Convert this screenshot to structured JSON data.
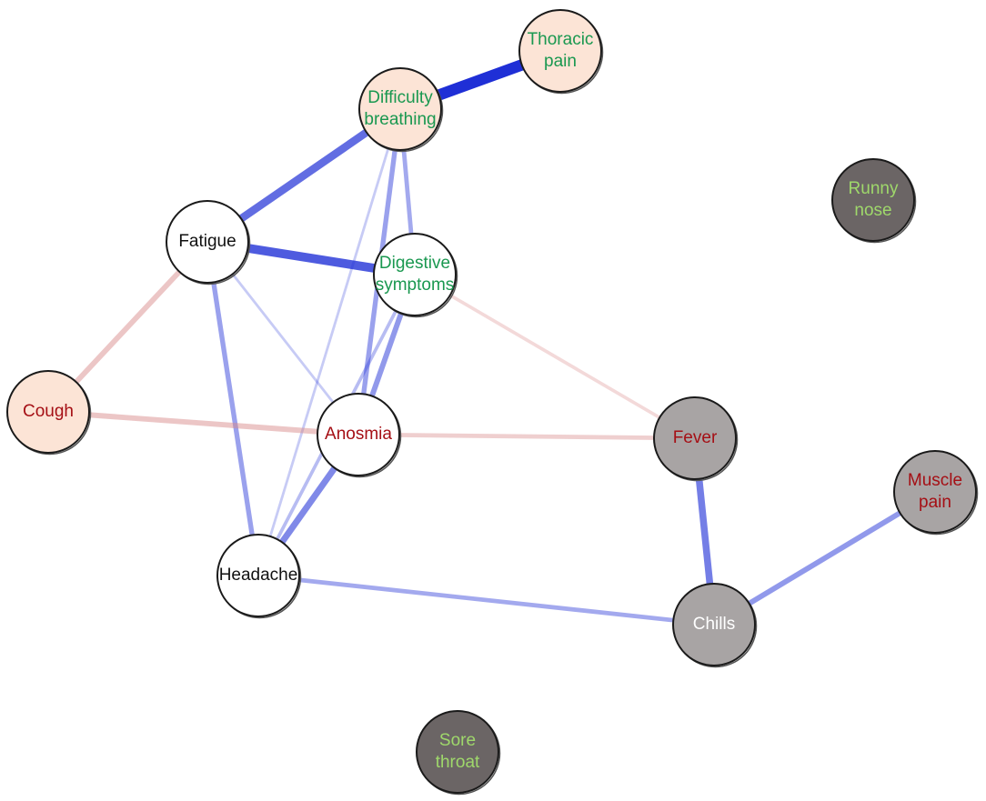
{
  "colors": {
    "positive_edge": "#1f2fd6",
    "negative_edge": "#d98a8a",
    "fill_peach": "#fce4d6",
    "fill_white": "#ffffff",
    "fill_gray": "#a8a4a4",
    "fill_dark": "#6b6565",
    "text_green": "#1a9850",
    "text_red": "#a50f15",
    "text_black": "#111111",
    "text_white": "#ffffff",
    "text_lightgreen": "#9fd86b"
  },
  "nodes": [
    {
      "id": "thoracic",
      "lines": [
        "Thoracic",
        "pain"
      ],
      "fill": "fill_peach",
      "text": "text_green"
    },
    {
      "id": "difficulty",
      "lines": [
        "Difficulty",
        "breathing"
      ],
      "fill": "fill_peach",
      "text": "text_green"
    },
    {
      "id": "runny",
      "lines": [
        "Runny",
        "nose"
      ],
      "fill": "fill_dark",
      "text": "text_lightgreen"
    },
    {
      "id": "fatigue",
      "lines": [
        "Fatigue"
      ],
      "fill": "fill_white",
      "text": "text_black"
    },
    {
      "id": "digestive",
      "lines": [
        "Digestive",
        "symptoms"
      ],
      "fill": "fill_white",
      "text": "text_green"
    },
    {
      "id": "cough",
      "lines": [
        "Cough"
      ],
      "fill": "fill_peach",
      "text": "text_red"
    },
    {
      "id": "anosmia",
      "lines": [
        "Anosmia"
      ],
      "fill": "fill_white",
      "text": "text_red"
    },
    {
      "id": "fever",
      "lines": [
        "Fever"
      ],
      "fill": "fill_gray",
      "text": "text_red"
    },
    {
      "id": "muscle",
      "lines": [
        "Muscle",
        "pain"
      ],
      "fill": "fill_gray",
      "text": "text_red"
    },
    {
      "id": "headache",
      "lines": [
        "Headache"
      ],
      "fill": "fill_white",
      "text": "text_black"
    },
    {
      "id": "chills",
      "lines": [
        "Chills"
      ],
      "fill": "fill_gray",
      "text": "text_white"
    },
    {
      "id": "sore",
      "lines": [
        "Sore",
        "throat"
      ],
      "fill": "fill_dark",
      "text": "text_lightgreen"
    }
  ],
  "edges": [
    {
      "from": "difficulty",
      "to": "thoracic",
      "sign": "positive",
      "weight": 1.0
    },
    {
      "from": "difficulty",
      "to": "fatigue",
      "sign": "positive",
      "weight": 0.65
    },
    {
      "from": "fatigue",
      "to": "digestive",
      "sign": "positive",
      "weight": 0.75
    },
    {
      "from": "difficulty",
      "to": "digestive",
      "sign": "positive",
      "weight": 0.3
    },
    {
      "from": "difficulty",
      "to": "anosmia",
      "sign": "positive",
      "weight": 0.35
    },
    {
      "from": "difficulty",
      "to": "headache",
      "sign": "positive",
      "weight": 0.12
    },
    {
      "from": "fatigue",
      "to": "cough",
      "sign": "negative",
      "weight": 0.4
    },
    {
      "from": "fatigue",
      "to": "headache",
      "sign": "positive",
      "weight": 0.35
    },
    {
      "from": "fatigue",
      "to": "anosmia",
      "sign": "positive",
      "weight": 0.12
    },
    {
      "from": "digestive",
      "to": "anosmia",
      "sign": "positive",
      "weight": 0.4
    },
    {
      "from": "digestive",
      "to": "headache",
      "sign": "positive",
      "weight": 0.2
    },
    {
      "from": "digestive",
      "to": "fever",
      "sign": "negative",
      "weight": 0.2
    },
    {
      "from": "cough",
      "to": "anosmia",
      "sign": "negative",
      "weight": 0.4
    },
    {
      "from": "anosmia",
      "to": "fever",
      "sign": "negative",
      "weight": 0.3
    },
    {
      "from": "anosmia",
      "to": "headache",
      "sign": "positive",
      "weight": 0.5
    },
    {
      "from": "fever",
      "to": "chills",
      "sign": "positive",
      "weight": 0.55
    },
    {
      "from": "chills",
      "to": "muscle",
      "sign": "positive",
      "weight": 0.4
    },
    {
      "from": "headache",
      "to": "chills",
      "sign": "positive",
      "weight": 0.3
    }
  ]
}
